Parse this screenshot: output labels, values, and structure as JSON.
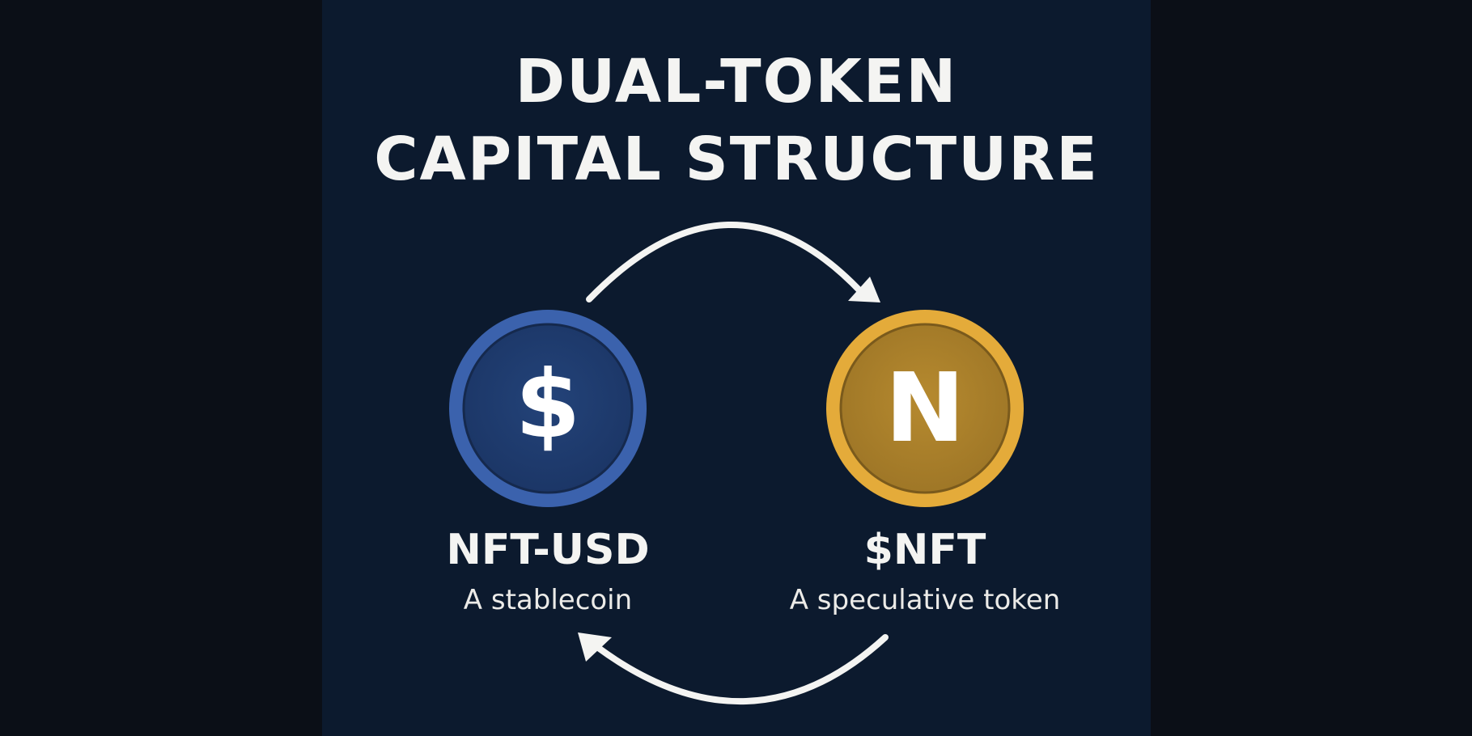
{
  "title": {
    "line1": "DUAL-TOKEN",
    "line2": "CAPITAL STRUCTURE"
  },
  "tokens": [
    {
      "symbol": "$",
      "name": "NFT-USD",
      "description": "A stablecoin",
      "icon": "dollar-coin-icon",
      "colors": {
        "ring": "#3b62ad",
        "face": "#1f3c70",
        "text": "#ffffff"
      }
    },
    {
      "symbol": "N",
      "name": "$NFT",
      "description": "A speculative token",
      "icon": "n-coin-icon",
      "colors": {
        "ring": "#e4ab3a",
        "face": "#a9812c",
        "text": "#ffffff"
      }
    }
  ],
  "arrows": [
    "arrow-top-icon",
    "arrow-bottom-icon"
  ],
  "colors": {
    "page_bg": "#0b0f17",
    "panel_bg": "#0c1a2e",
    "text": "#f4f4f2",
    "arrow": "#f4f4f2"
  }
}
